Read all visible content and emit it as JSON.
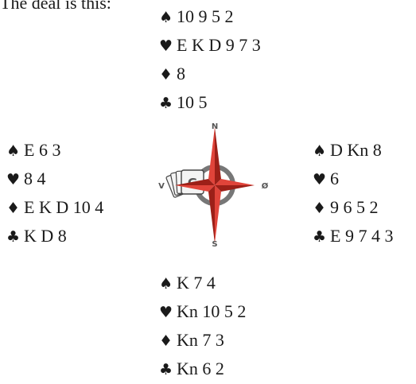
{
  "caption": "The deal is this:",
  "compass": {
    "north": "N",
    "south": "S",
    "west": "V",
    "east": "Ø",
    "card_letter": "G",
    "colors": {
      "star_red": "#e0443a",
      "star_dark": "#9c2018",
      "ring": "#777777",
      "card_fill": "#f4f4f4",
      "card_stroke": "#444444"
    }
  },
  "hands": {
    "north": {
      "spades": "10 9 5 2",
      "hearts": "E K D 9 7 3",
      "diamonds": "8",
      "clubs": "10 5"
    },
    "west": {
      "spades": "E 6 3",
      "hearts": "8 4",
      "diamonds": "E K D 10 4",
      "clubs": "K D 8"
    },
    "east": {
      "spades": "D Kn 8",
      "hearts": "6",
      "diamonds": "9 6 5 2",
      "clubs": "E 9 7 4 3"
    },
    "south": {
      "spades": "K 7 4",
      "hearts": "Kn 10 5 2",
      "diamonds": "Kn 7 3",
      "clubs": "Kn 6 2"
    }
  },
  "suit_icons": {
    "spades": "♠",
    "hearts": "♥",
    "diamonds": "♦",
    "clubs": "♣"
  }
}
